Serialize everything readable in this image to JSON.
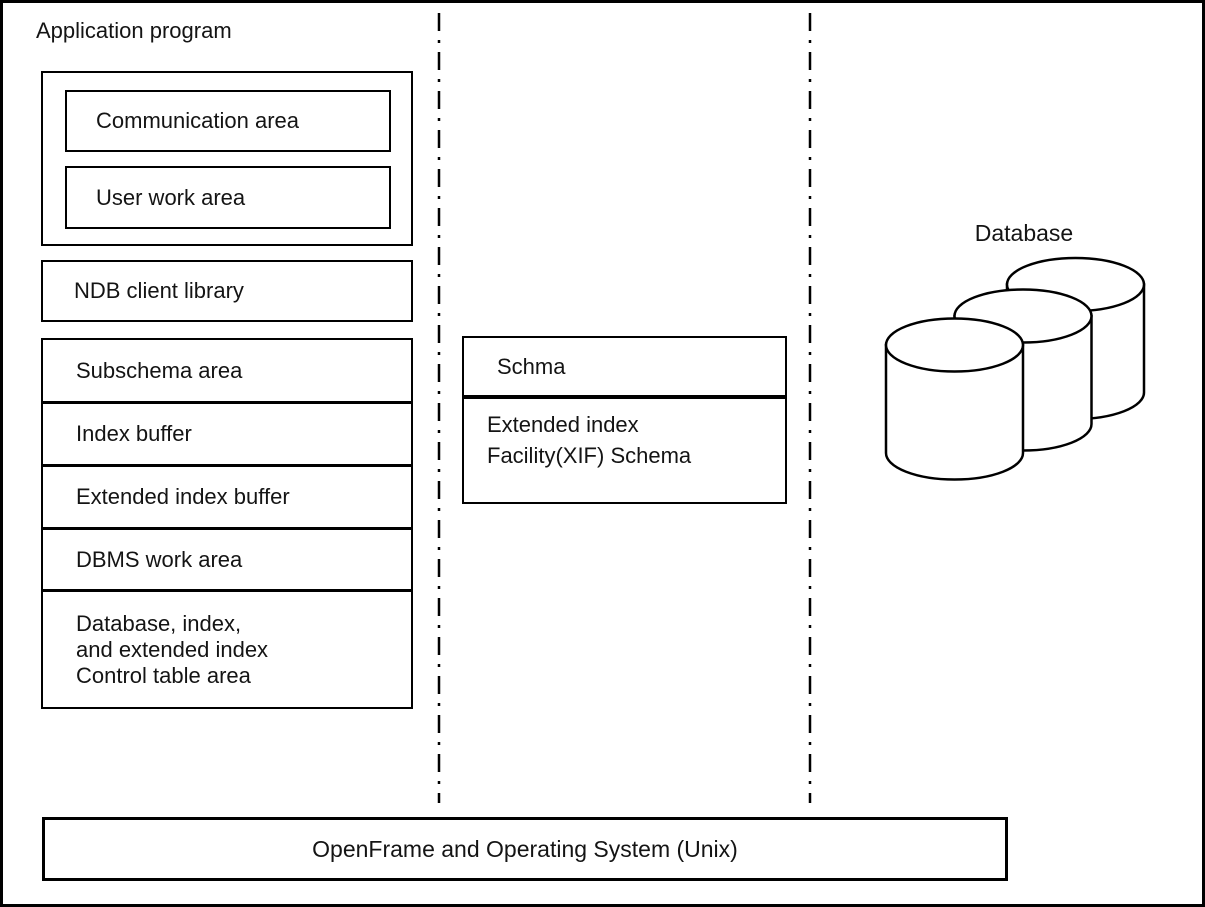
{
  "app": {
    "label": "Application program",
    "comm_area": "Communication area",
    "user_area": "User work area",
    "ndb": "NDB client library",
    "stack": {
      "rows": [
        {
          "lines": [
            "Subschema area"
          ]
        },
        {
          "lines": [
            "Index buffer"
          ]
        },
        {
          "lines": [
            "Extended index buffer"
          ]
        },
        {
          "lines": [
            "DBMS work area"
          ]
        },
        {
          "lines": [
            "Database, index,",
            "and extended index",
            "Control table area"
          ]
        }
      ]
    }
  },
  "schema": {
    "title": "Schma",
    "lines": [
      "Extended index",
      "Facility(XIF) Schema"
    ]
  },
  "database": {
    "label": "Database"
  },
  "os": {
    "label": "OpenFrame and Operating System (Unix)"
  },
  "colors": {
    "stroke": "#000000",
    "background": "#ffffff"
  }
}
